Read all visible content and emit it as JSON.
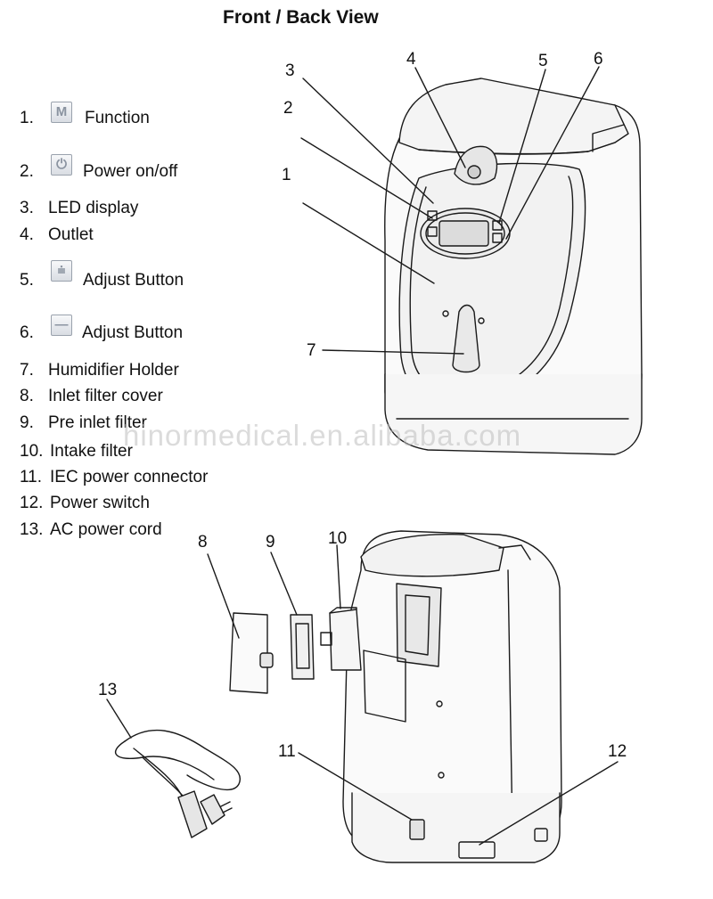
{
  "title": "Front / Back View",
  "legend": [
    {
      "num": "1.",
      "label": "Function",
      "icon": "function-m-icon",
      "icon_glyph": "M"
    },
    {
      "num": "2.",
      "label": "Power on/off",
      "icon": "power-icon",
      "icon_glyph": "⏻"
    },
    {
      "num": "3.",
      "label": "LED display"
    },
    {
      "num": "4.",
      "label": "Outlet"
    },
    {
      "num": "5.",
      "label": "Adjust Button",
      "icon": "adjust-up-icon",
      "icon_glyph": "⩧"
    },
    {
      "num": "6.",
      "label": "Adjust Button",
      "icon": "adjust-down-icon",
      "icon_glyph": "—"
    },
    {
      "num": "7.",
      "label": "Humidifier Holder"
    },
    {
      "num": "8.",
      "label": "Inlet filter cover"
    },
    {
      "num": "9.",
      "label": "Pre inlet filter"
    },
    {
      "num": "10.",
      "label": "Intake filter"
    },
    {
      "num": "11.",
      "label": "IEC power connector"
    },
    {
      "num": "12.",
      "label": "Power switch"
    },
    {
      "num": "13.",
      "label": "AC power cord"
    }
  ],
  "callouts": [
    "1",
    "2",
    "3",
    "4",
    "5",
    "6",
    "7",
    "8",
    "9",
    "10",
    "11",
    "12",
    "13"
  ],
  "watermark": "hinormedical.en.alibaba.com",
  "colors": {
    "line": "#1a1a1a",
    "icon_border": "#9aa2ad",
    "watermark": "#bebebe"
  }
}
